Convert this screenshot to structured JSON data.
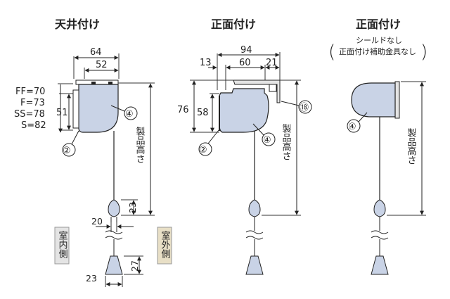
{
  "titles": {
    "ceiling": "天井付け",
    "front": "正面付け",
    "front_noshield": "正面付け",
    "front_noshield_note_1": "シールドなし",
    "front_noshield_note_2": "正面付け補助金具なし",
    "paren_open": "(",
    "paren_close": ")"
  },
  "ceiling": {
    "dim_top_64": "64",
    "dim_top_52": "52",
    "dim_51": "51",
    "dim_23": "23",
    "dim_20": "20",
    "dim_27": "27",
    "dim_23b": "23",
    "ff": "FF=70",
    "f": "F=73",
    "ss": "SS=78",
    "s": "S=82",
    "callout_2": "②",
    "callout_4": "④",
    "height_label": "製品高さ"
  },
  "front": {
    "dim_94": "94",
    "dim_13": "13",
    "dim_60": "60",
    "dim_21": "21",
    "dim_76": "76",
    "dim_58": "58",
    "callout_18": "⑱",
    "callout_2": "②",
    "callout_4": "④",
    "height_label": "製品高さ"
  },
  "front_noshield": {
    "callout_4": "④",
    "height_label": "製品高さ"
  },
  "tags": {
    "indoor": "室内側",
    "outdoor": "室外側"
  },
  "colors": {
    "body_fill": "#c9d3e6",
    "outline": "#222222",
    "line": "#333333",
    "indoor_tag_bg": "#e4e4e4",
    "outdoor_tag_bg": "#e8dfc6"
  }
}
